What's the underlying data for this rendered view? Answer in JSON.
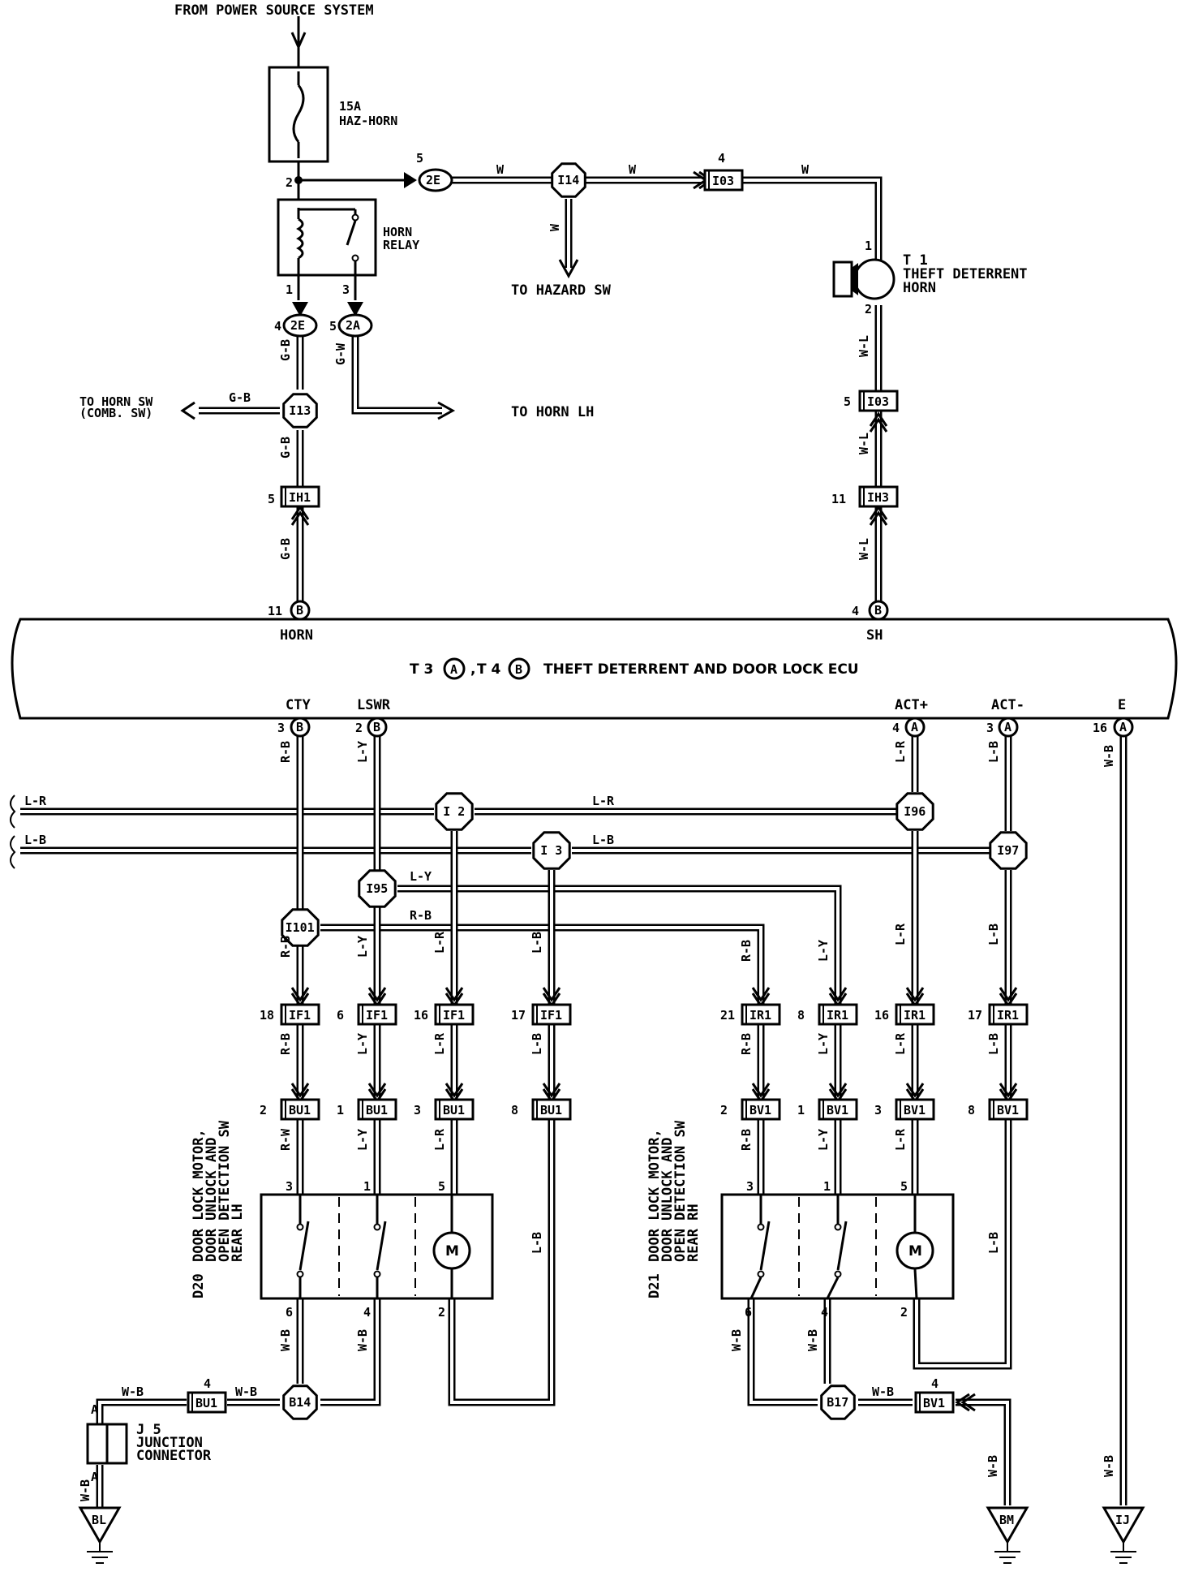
{
  "labels": {
    "power_source": "FROM POWER SOURCE SYSTEM",
    "fuse_amp": "15A",
    "fuse_name": "HAZ-HORN",
    "horn_relay_1": "HORN",
    "horn_relay_2": "RELAY",
    "to_hazard_sw": "TO HAZARD SW",
    "to_horn_lh": "TO HORN LH",
    "to_horn_sw_1": "TO HORN SW",
    "to_horn_sw_2": "(COMB. SW)",
    "horn_id": "T 1",
    "horn_name_1": "THEFT DETERRENT",
    "horn_name_2": "HORN",
    "ecu_t3": "T 3",
    "ecu_t4": "T 4",
    "ecu_name": "THEFT DETERRENT AND DOOR LOCK ECU",
    "jc_id": "J 5",
    "jc_name_1": "JUNCTION",
    "jc_name_2": "CONNECTOR",
    "jc_pin_a": "A",
    "d20_id": "D20",
    "d20_lines": [
      "DOOR LOCK MOTOR,",
      "DOOR UNLOCK AND",
      "OPEN DETECTION SW",
      "REAR LH"
    ],
    "d21_id": "D21",
    "d21_lines": [
      "DOOR LOCK MOTOR,",
      "DOOR UNLOCK AND",
      "OPEN DETECTION SW",
      "REAR RH"
    ],
    "motor": "M"
  },
  "ecu_terminals": {
    "horn": "HORN",
    "sh": "SH",
    "cty": "CTY",
    "lswr": "LSWR",
    "act_plus": "ACT+",
    "act_minus": "ACT-",
    "e": "E",
    "conn_a": "A",
    "conn_b": "B"
  },
  "wire_colors": {
    "w": "W",
    "gb": "G-B",
    "gw": "G-W",
    "wl": "W-L",
    "rb": "R-B",
    "ly": "L-Y",
    "lr": "L-R",
    "lb": "L-B",
    "wb": "W-B",
    "rw": "R-W"
  },
  "pins": {
    "p1": "1",
    "p2": "2",
    "p3": "3",
    "p4": "4",
    "p5": "5",
    "p6": "6",
    "p8": "8",
    "p11": "11",
    "p16": "16",
    "p17": "17",
    "p18": "18",
    "p21": "21"
  },
  "connectors": {
    "c2e": "2E",
    "c2a": "2A",
    "i14": "I14",
    "i03": "I03",
    "i13": "I13",
    "ih1": "IH1",
    "ih3": "IH3",
    "i2": "I 2",
    "i3": "I 3",
    "i96": "I96",
    "i97": "I97",
    "i95": "I95",
    "i101": "I101",
    "if1": "IF1",
    "ir1": "IR1",
    "bu1": "BU1",
    "bv1": "BV1",
    "b14": "B14",
    "b17": "B17",
    "bl": "BL",
    "bm": "BM",
    "ij": "IJ"
  }
}
